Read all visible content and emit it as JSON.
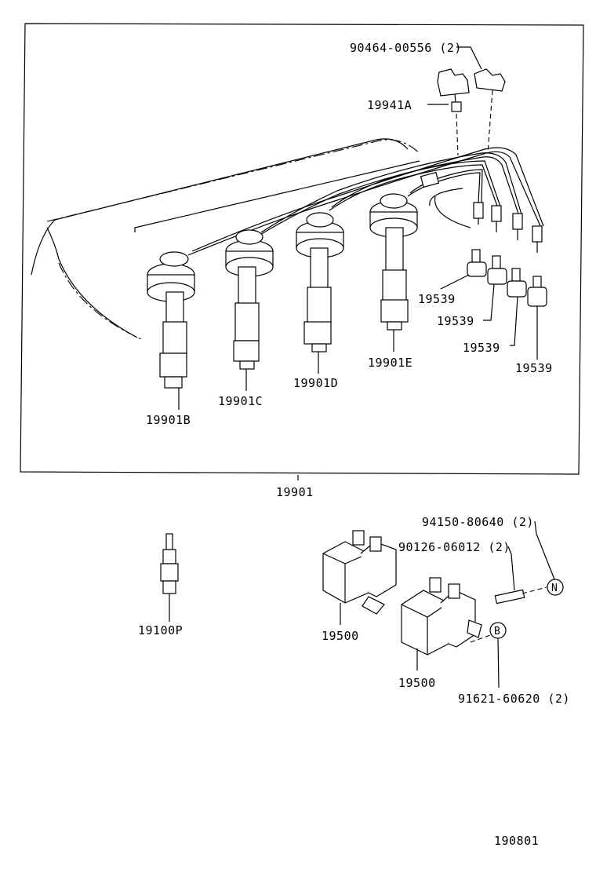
{
  "labels": {
    "clamp": "90464-00556 (2)",
    "cord_a": "19941A",
    "set": "19901",
    "cord_b": "19901B",
    "cord_c": "19901C",
    "cord_d": "19901D",
    "cord_e": "19901E",
    "boot_1": "19539",
    "boot_2": "19539",
    "boot_3": "19539",
    "boot_4": "19539",
    "plug": "19100P",
    "coil_1": "19500",
    "coil_2": "19500",
    "stud": "94150-80640 (2)",
    "bolt_upper": "90126-06012 (2)",
    "nut": "91621-60620 (2)",
    "callout_n": "N",
    "callout_b": "B",
    "figure_number": "190801"
  }
}
